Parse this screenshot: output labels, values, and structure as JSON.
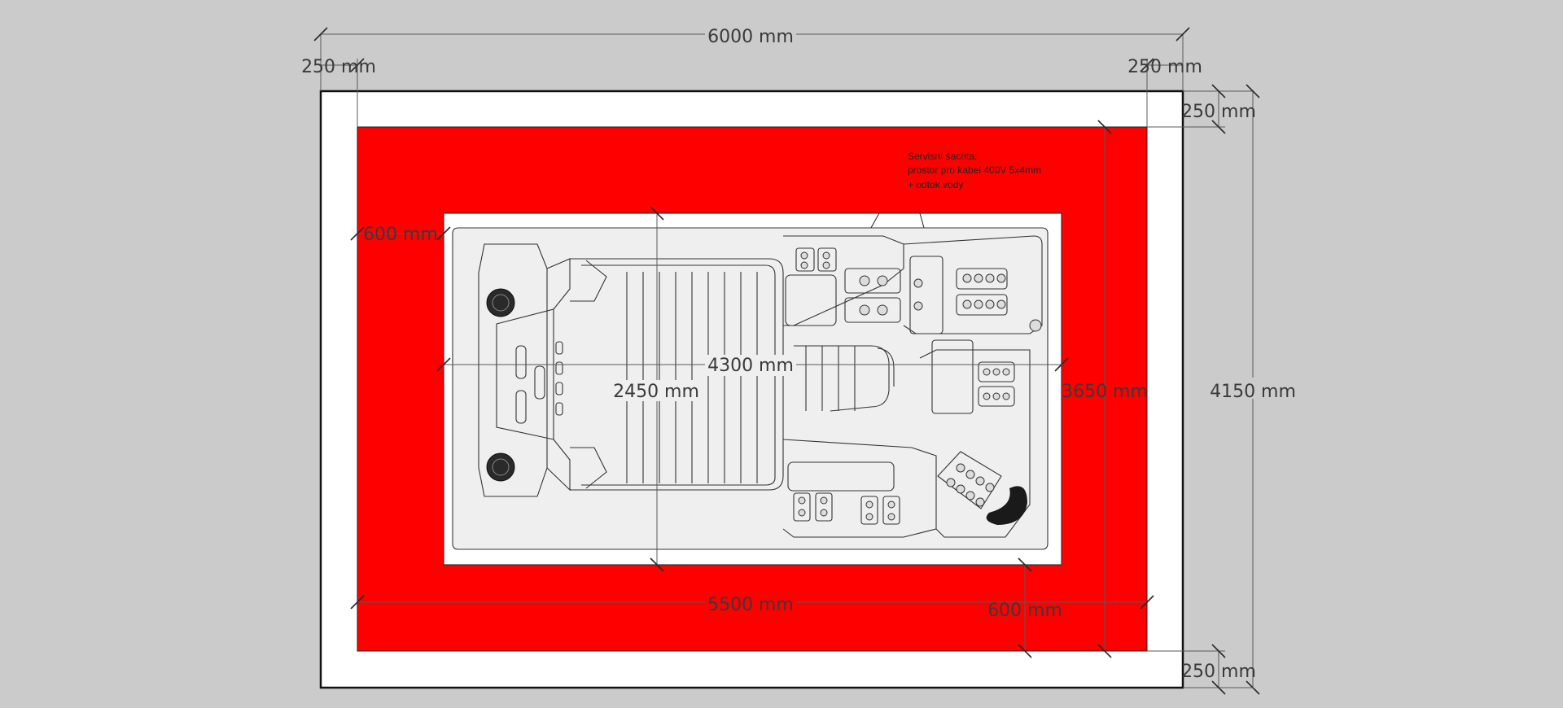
{
  "dimensions": {
    "overall_width": "6000 mm",
    "border_left": "250 mm",
    "border_right": "250 mm",
    "border_top": "250 mm",
    "border_bottom": "250 mm",
    "overall_height": "4150 mm",
    "pit_width": "5500 mm",
    "pit_height": "3650 mm",
    "gap_left": "600 mm",
    "gap_bottom": "600 mm",
    "spa_length": "4300 mm",
    "spa_width": "2450 mm"
  },
  "note": {
    "line1": "Servisní šachta:",
    "line2": "prostor pro kabel 400V 5x4mm",
    "line3": "+ odtok vody"
  },
  "colors": {
    "background": "#cbcbcb",
    "pit": "#ff0000",
    "border": "#ffffff",
    "spa": "#ffffff"
  }
}
